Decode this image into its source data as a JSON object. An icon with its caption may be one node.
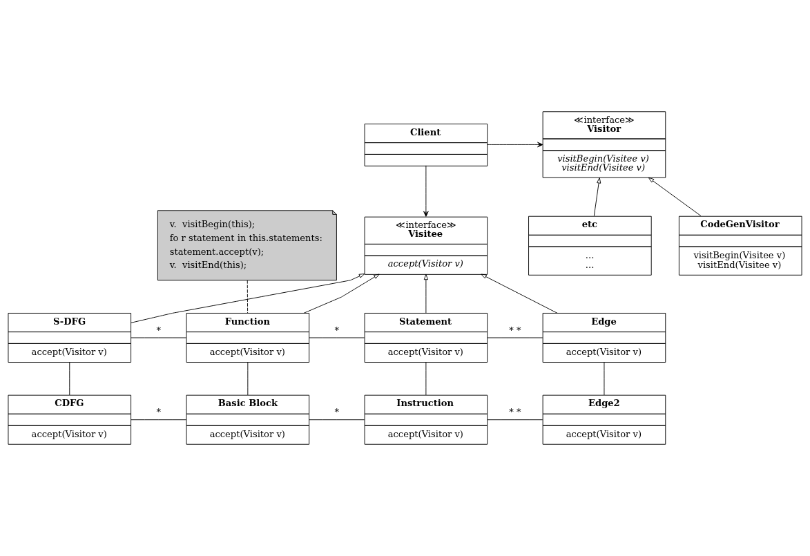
{
  "diagram": {
    "nodes": [
      {
        "text": [
          "Client"
        ]
      },
      {
        "text": [
          "≪interface≫",
          "Visitor",
          "visitBegin(Visitee v)",
          "visitEnd(Visitee v)"
        ]
      },
      {
        "text": [
          "v.  visitBegin(this);",
          "fo r statement in this.statements:",
          "statement.accept(v);",
          "v.  visitEnd(this);"
        ]
      },
      {
        "text": [
          "≪interface≫",
          "Visitee",
          "accept(Visitor v)"
        ]
      },
      {
        "text": [
          "CodeGenVisitor",
          "visitBegin(Visitee v)",
          "visitEnd(Visitee v)"
        ]
      },
      {
        "text": [
          "etc",
          "...",
          "..."
        ]
      },
      {
        "text": [
          "S-DFG",
          "accept(Visitor v)"
        ]
      },
      {
        "text": [
          "Function",
          "accept(Visitor v)"
        ]
      },
      {
        "text": [
          "Statement",
          "accept(Visitor v)"
        ]
      },
      {
        "text": [
          "Edge",
          "accept(Visitor v)"
        ]
      },
      {
        "text": [
          "CDFG",
          "accept(Visitor v)"
        ]
      },
      {
        "text": [
          "Basic Block",
          "accept(Visitor v)"
        ]
      },
      {
        "text": [
          "Instruction",
          "accept(Visitor v)"
        ]
      },
      {
        "text": [
          "Edge2",
          "accept(Visitor v)"
        ]
      }
    ],
    "edges": [
      {
        "from": 0,
        "to": 1,
        "arrow": "to"
      },
      {
        "from": 0,
        "to": 3,
        "arrow": "to"
      },
      {
        "from": 4,
        "to": 1,
        "arrow": "to"
      },
      {
        "from": 5,
        "to": 1,
        "arrow": "to"
      },
      {
        "from": 6,
        "to": 3,
        "arrow": "to"
      },
      {
        "from": 7,
        "to": 3,
        "arrow": "to"
      },
      {
        "from": 8,
        "to": 3,
        "arrow": "to"
      },
      {
        "from": 9,
        "to": 3,
        "arrow": "to"
      },
      {
        "from": 2,
        "to": 7,
        "arrow": "none",
        "style": "dashed"
      },
      {
        "from": 6,
        "to": 7,
        "arrow": "none",
        "label": "*"
      },
      {
        "from": 7,
        "to": 8,
        "arrow": "none",
        "label": "*"
      },
      {
        "from": 8,
        "to": 9,
        "arrow": "none",
        "label": "* *"
      },
      {
        "from": 6,
        "to": 10,
        "arrow": "none"
      },
      {
        "from": 7,
        "to": 11,
        "arrow": "none"
      },
      {
        "from": 8,
        "to": 12,
        "arrow": "none"
      },
      {
        "from": 9,
        "to": 13,
        "arrow": "none"
      },
      {
        "from": 10,
        "to": 11,
        "arrow": "none",
        "label": "*"
      },
      {
        "from": 11,
        "to": 12,
        "arrow": "none",
        "label": "*"
      },
      {
        "from": 12,
        "to": 13,
        "arrow": "none",
        "label": "* *"
      }
    ]
  }
}
